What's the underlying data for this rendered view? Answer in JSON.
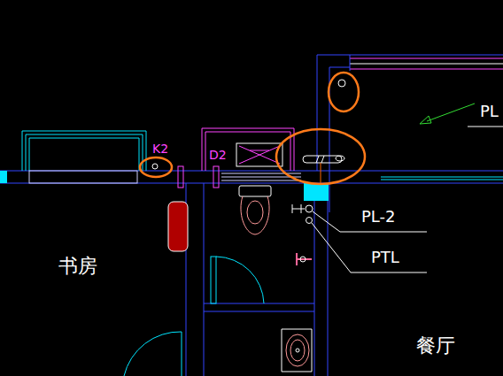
{
  "diagram": {
    "labels": [
      "K2",
      "D2",
      "PL",
      "PL-2",
      "PTL",
      "书房",
      "餐厅"
    ]
  }
}
